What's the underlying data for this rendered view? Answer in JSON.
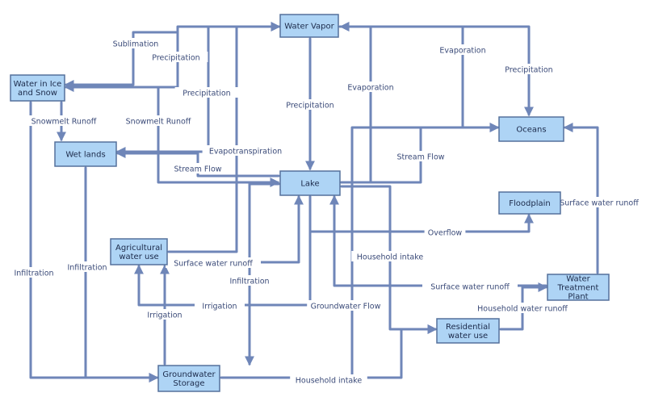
{
  "nodes": {
    "water_vapor": {
      "lines": [
        "Water Vapor"
      ]
    },
    "ice_snow": {
      "lines": [
        "Water in Ice",
        "and Snow"
      ]
    },
    "wetlands": {
      "lines": [
        "Wet lands"
      ]
    },
    "oceans": {
      "lines": [
        "Oceans"
      ]
    },
    "lake": {
      "lines": [
        "Lake"
      ]
    },
    "floodplain": {
      "lines": [
        "Floodplain"
      ]
    },
    "agricultural": {
      "lines": [
        "Agricultural",
        "water use"
      ]
    },
    "treatment": {
      "lines": [
        "Water",
        "Treatment",
        "Plant"
      ]
    },
    "residential": {
      "lines": [
        "Residential",
        "water use"
      ]
    },
    "groundwater": {
      "lines": [
        "Groundwater",
        "Storage"
      ]
    }
  },
  "edges": {
    "sublimation": "Sublimation",
    "precip_ice": "Precipitation",
    "precip_wetlands": "Precipitation",
    "precip_lake": "Precipitation",
    "precip_oceans": "Precipitation",
    "evaporation_oceans": "Evaporation",
    "evaporation_lake": "Evaporation",
    "snowmelt_wetlands": "Snowmelt Runoff",
    "snowmelt_lake": "Snowmelt Runoff",
    "evapotranspiration": "Evapotranspiration",
    "streamflow_wetlands": "Stream Flow",
    "streamflow_oceans": "Stream Flow",
    "overflow": "Overflow",
    "surface_runoff_floodplain": "Surface water runoff",
    "surface_runoff_ag": "Surface water runoff",
    "surface_runoff_lake": "Surface water runoff",
    "household_intake_lake": "Household intake",
    "household_intake_gw": "Household intake",
    "household_runoff": "Household water runoff",
    "infiltration_ice": "Infiltration",
    "infiltration_wetlands": "Infiltration",
    "infiltration_lake": "Infiltration",
    "irrigation_lake": "Irrigation",
    "irrigation_gw": "Irrigation",
    "groundwater_flow": "Groundwater Flow"
  }
}
